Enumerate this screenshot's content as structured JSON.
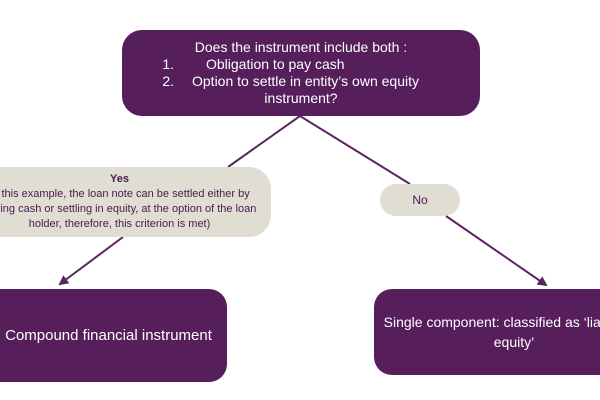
{
  "question": {
    "line1": "Does the instrument include both :",
    "items": [
      {
        "num": "1.",
        "text": "Obligation to pay cash"
      },
      {
        "num": "2.",
        "text": "Option to settle in entity’s own equity"
      }
    ],
    "continuation": "instrument?"
  },
  "yes_box": {
    "title": "Yes",
    "body": "In this example, the loan note can be settled either by paying cash or settling in equity, at the option of the loan holder, therefore, this criterion is met)"
  },
  "no_box": {
    "label": "No"
  },
  "result_left": {
    "label": "Compound financial instrument"
  },
  "result_right": {
    "label": "Single component: classified as ‘liability of equity’"
  },
  "colors": {
    "dark_purple": "#561e5b",
    "light_beige": "#e0ddd3",
    "connector": "#5a2460"
  }
}
